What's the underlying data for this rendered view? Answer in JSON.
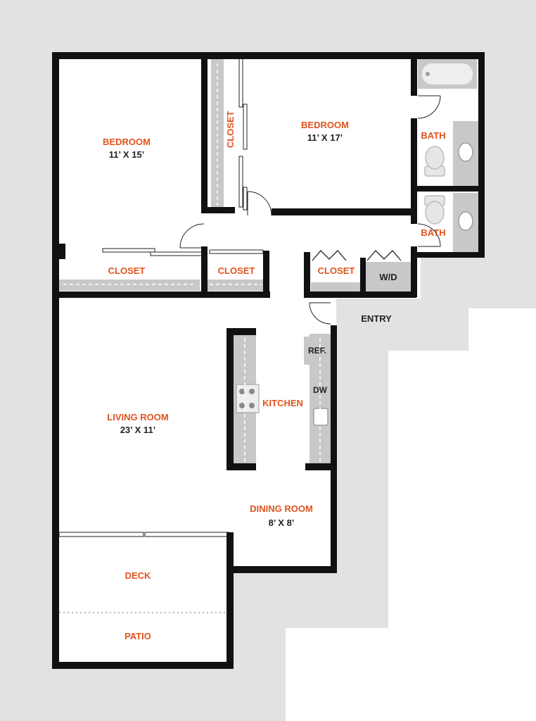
{
  "colors": {
    "wall": "#111111",
    "accent": "#e0531d",
    "fixture": "#bdbdbd",
    "site": "#e2e2e2"
  },
  "rooms": {
    "bedroom1": {
      "name": "BEDROOM",
      "dims": "11’ X 15’"
    },
    "bedroom2": {
      "name": "BEDROOM",
      "dims": "11’ X 17’"
    },
    "closet_vertical": "CLOSET",
    "bath1": "BATH",
    "bath2": "BATH",
    "closet_bed1": "CLOSET",
    "closet_hall": "CLOSET",
    "closet_entry": "CLOSET",
    "wd": "W/D",
    "entry": "ENTRY",
    "ref": "REF.",
    "dw": "DW",
    "kitchen": "KITCHEN",
    "living": {
      "name": "LIVING ROOM",
      "dims": "23’ X 11’"
    },
    "dining": {
      "name": "DINING ROOM",
      "dims": "8’ X 8’"
    },
    "deck": "DECK",
    "patio": "PATIO"
  }
}
